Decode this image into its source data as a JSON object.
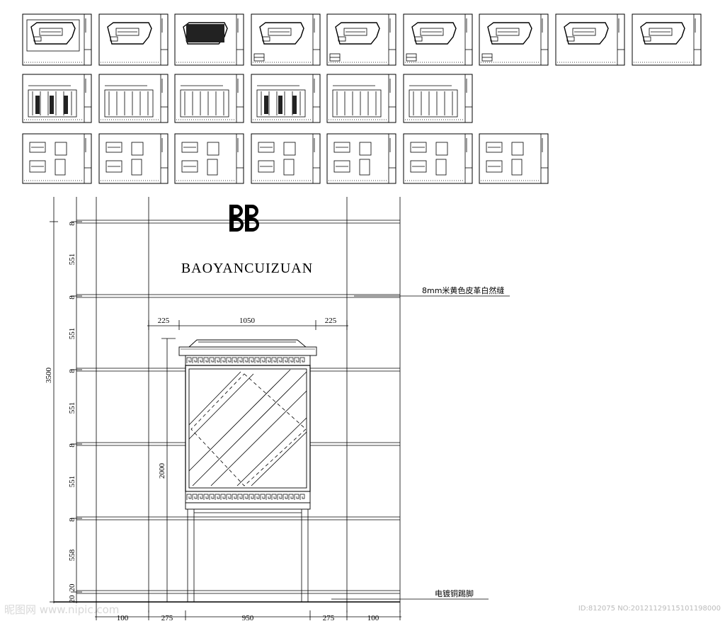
{
  "logo": {
    "monogram": "BB",
    "brand_text": "BAOYANCUIZUAN"
  },
  "annotations": {
    "leather_joint": "8mm米黄色皮革白然缝",
    "plated_base": "电镀铜踢脚"
  },
  "dimensions": {
    "total_height": "3500",
    "vertical_panels": [
      "8",
      "551",
      "8",
      "551",
      "8",
      "551",
      "8",
      "551",
      "8",
      "558",
      "20",
      "20"
    ],
    "cabinet_height": "2000",
    "cabinet_widths": [
      "225",
      "1050",
      "225"
    ],
    "bottom_widths": [
      "100",
      "275",
      "950",
      "275",
      "100"
    ]
  },
  "watermark": {
    "site": "昵图网 www.nipic.com",
    "id": "ID:812075 NO:20121129115101198000"
  },
  "thumbnail_sheets": {
    "row1": [
      "plan-1",
      "plan-2",
      "plan-3",
      "plan-4",
      "plan-5",
      "plan-6",
      "plan-7",
      "plan-8",
      "plan-9"
    ],
    "row2": [
      "elev-1",
      "elev-2",
      "elev-3",
      "elev-4",
      "elev-5",
      "elev-6"
    ],
    "row3": [
      "detail-1",
      "detail-2",
      "detail-3",
      "detail-4",
      "detail-5",
      "detail-6",
      "detail-7"
    ]
  }
}
